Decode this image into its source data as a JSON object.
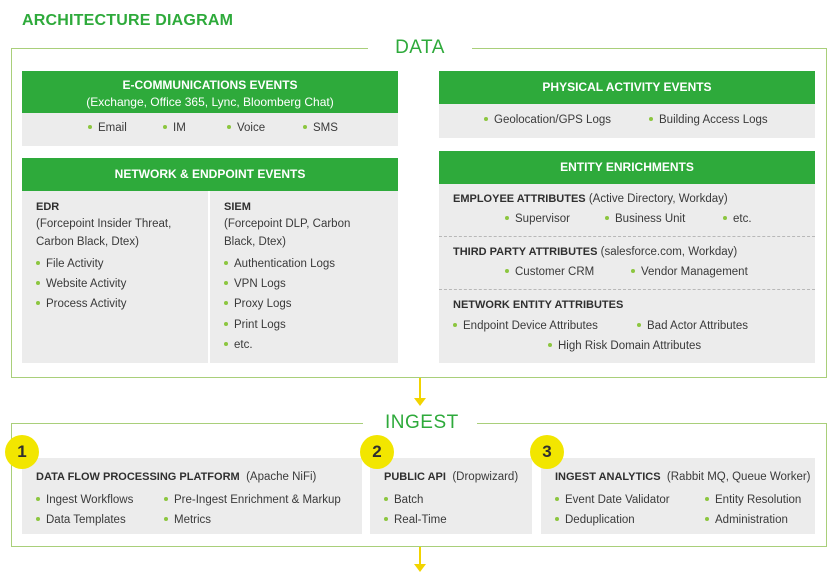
{
  "title": "ARCHITECTURE DIAGRAM",
  "data_section": {
    "title": "DATA",
    "ecomm": {
      "header": "E-COMMUNICATIONS EVENTS",
      "subheader": "(Exchange, Office 365, Lync, Bloomberg Chat)",
      "items": [
        "Email",
        "IM",
        "Voice",
        "SMS"
      ]
    },
    "network": {
      "header": "NETWORK & ENDPOINT EVENTS",
      "edr": {
        "title": "EDR",
        "desc": "(Forcepoint Insider Threat, Carbon Black, Dtex)",
        "items": [
          "File Activity",
          "Website Activity",
          "Process Activity"
        ]
      },
      "siem": {
        "title": "SIEM",
        "desc": "(Forcepoint DLP, Carbon Black, Dtex)",
        "items": [
          "Authentication Logs",
          "VPN Logs",
          "Proxy Logs",
          "Print Logs",
          "etc."
        ]
      }
    },
    "physical": {
      "header": "PHYSICAL ACTIVITY EVENTS",
      "items": [
        "Geolocation/GPS Logs",
        "Building Access Logs"
      ]
    },
    "entity": {
      "header": "ENTITY ENRICHMENTS",
      "employee": {
        "title": "EMPLOYEE ATTRIBUTES",
        "detail": "(Active Directory, Workday)",
        "items": [
          "Supervisor",
          "Business Unit",
          "etc."
        ]
      },
      "third_party": {
        "title": "THIRD PARTY ATTRIBUTES",
        "detail": "(salesforce.com, Workday)",
        "items": [
          "Customer CRM",
          "Vendor Management"
        ]
      },
      "network_entity": {
        "title": "NETWORK ENTITY ATTRIBUTES",
        "items": [
          "Endpoint Device Attributes",
          "Bad Actor Attributes",
          "High Risk Domain Attributes"
        ]
      }
    }
  },
  "ingest_section": {
    "title": "INGEST",
    "steps": [
      {
        "number": "1",
        "title": "DATA FLOW PROCESSING PLATFORM",
        "detail": "(Apache NiFi)",
        "items": [
          "Ingest Workflows",
          "Pre-Ingest Enrichment & Markup",
          "Data Templates",
          "Metrics"
        ]
      },
      {
        "number": "2",
        "title": "PUBLIC API",
        "detail": "(Dropwizard)",
        "items": [
          "Batch",
          "Real-Time"
        ]
      },
      {
        "number": "3",
        "title": "INGEST ANALYTICS",
        "detail": "(Rabbit MQ, Queue Worker)",
        "items": [
          "Event Date Validator",
          "Entity Resolution",
          "Deduplication",
          "Administration"
        ]
      }
    ]
  },
  "colors": {
    "accent_green": "#2eaa3b",
    "light_green_border": "#a9cf7a",
    "panel_gray": "#ececec",
    "arrow_yellow": "#f2d400",
    "badge_yellow": "#f2e600"
  }
}
